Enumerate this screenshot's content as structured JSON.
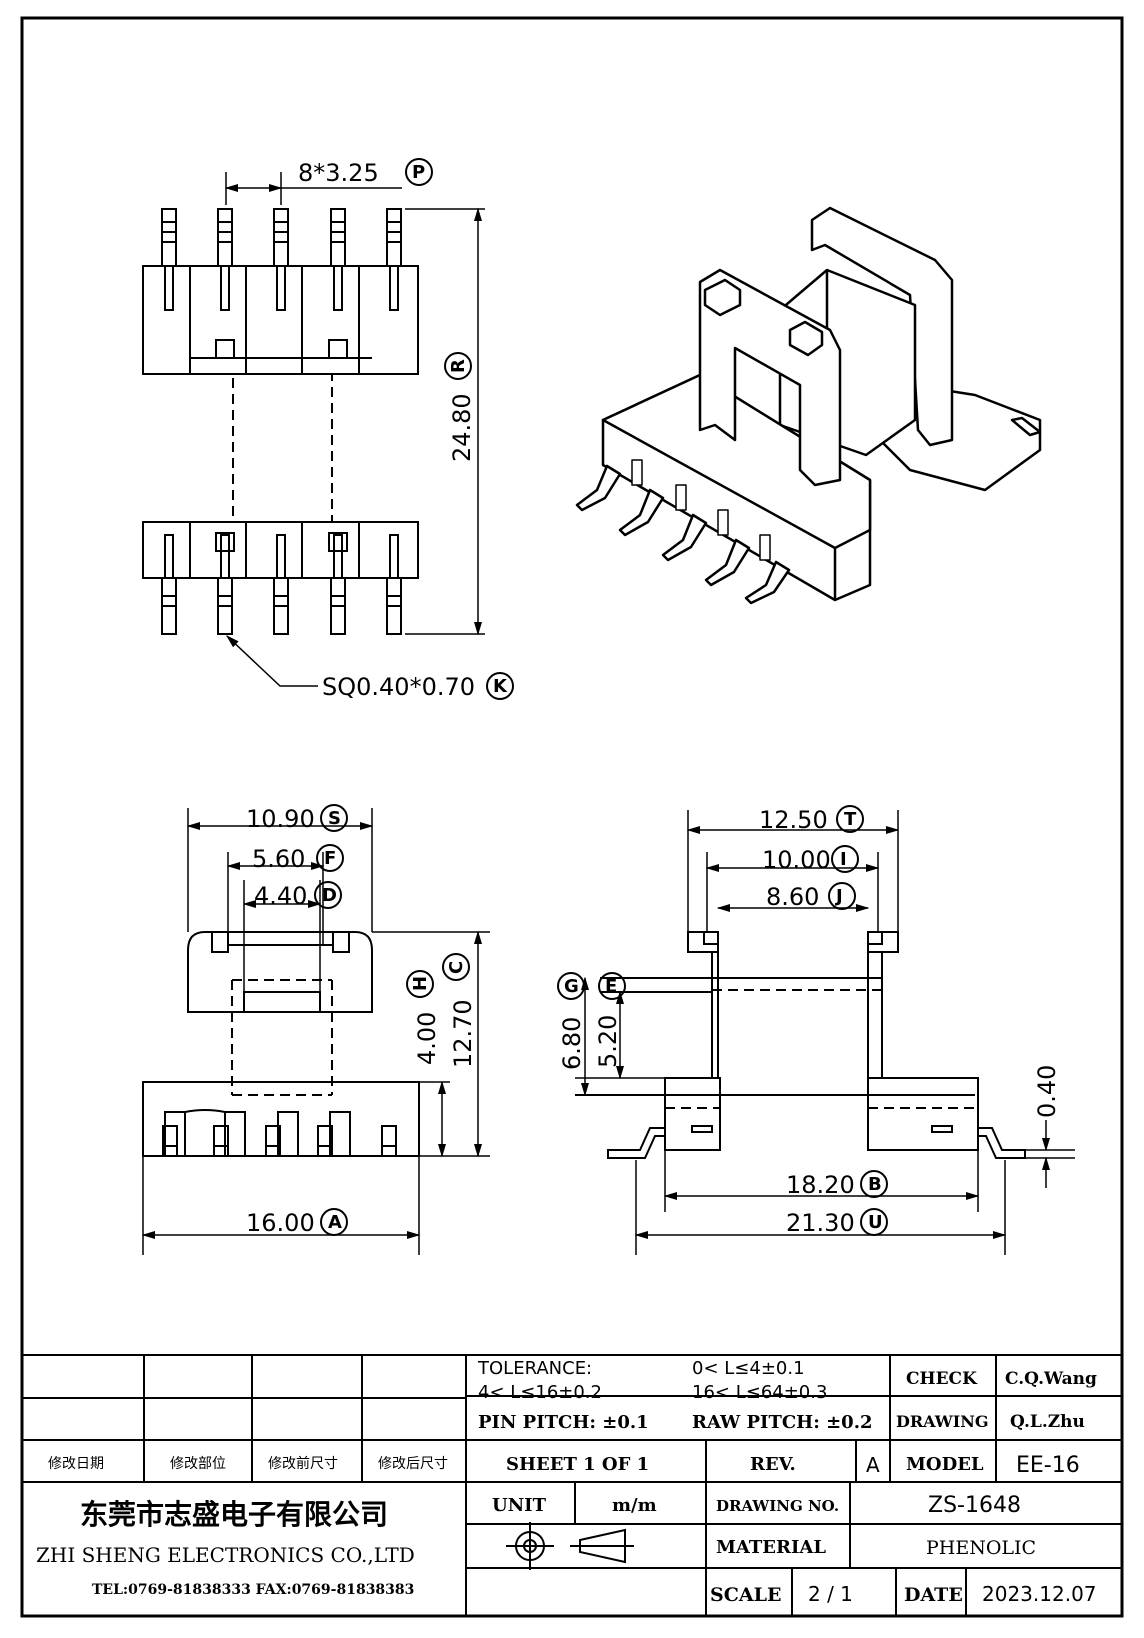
{
  "top_view": {
    "pin_pitch": "8*3.25",
    "pin_pitch_ref": "P",
    "overall_length": "24.80",
    "overall_length_ref": "R",
    "pin_size": "SQ0.40*0.70",
    "pin_size_ref": "K"
  },
  "front_view": {
    "width_top": "10.90",
    "width_top_ref": "S",
    "inner_f": "5.60",
    "inner_f_ref": "F",
    "inner_d": "4.40",
    "inner_d_ref": "D",
    "height_h": "4.00",
    "height_h_ref": "H",
    "height_c": "12.70",
    "height_c_ref": "C",
    "base_width": "16.00",
    "base_width_ref": "A"
  },
  "side_view": {
    "flange_t": "12.50",
    "flange_t_ref": "T",
    "flange_i": "10.00",
    "flange_i_ref": "I",
    "flange_j": "8.60",
    "flange_j_ref": "J",
    "height_g": "6.80",
    "height_g_ref": "G",
    "height_e": "5.20",
    "height_e_ref": "E",
    "standoff": "0.40",
    "span_b": "18.20",
    "span_b_ref": "B",
    "span_u": "21.30",
    "span_u_ref": "U"
  },
  "title_block": {
    "rev_headers": [
      "修改日期",
      "修改部位",
      "修改前尺寸",
      "修改后尺寸"
    ],
    "tolerance_label": "TOLERANCE:",
    "tol_1": "0< L≤4±0.1",
    "tol_2": "4< L≤16±0.2",
    "tol_3": "16< L≤64±0.3",
    "pin_pitch_tol": "PIN PITCH: ±0.1",
    "raw_pitch_tol": "RAW PITCH: ±0.2",
    "check_label": "CHECK",
    "check_value": "C.Q.Wang",
    "drawing_label": "DRAWING",
    "drawing_value": "Q.L.Zhu",
    "sheet": "SHEET 1 OF 1",
    "rev_label": "REV.",
    "rev_value": "A",
    "model_label": "MODEL",
    "model_value": "EE-16",
    "company_cn": "东莞市志盛电子有限公司",
    "company_en": "ZHI SHENG ELECTRONICS CO.,LTD",
    "contact": "TEL:0769-81838333 FAX:0769-81838383",
    "unit_label": "UNIT",
    "unit_value": "m/m",
    "drawing_no_label": "DRAWING NO.",
    "drawing_no_value": "ZS-1648",
    "material_label": "MATERIAL",
    "material_value": "PHENOLIC",
    "scale_label": "SCALE",
    "scale_value": "2 / 1",
    "date_label": "DATE",
    "date_value": "2023.12.07"
  }
}
